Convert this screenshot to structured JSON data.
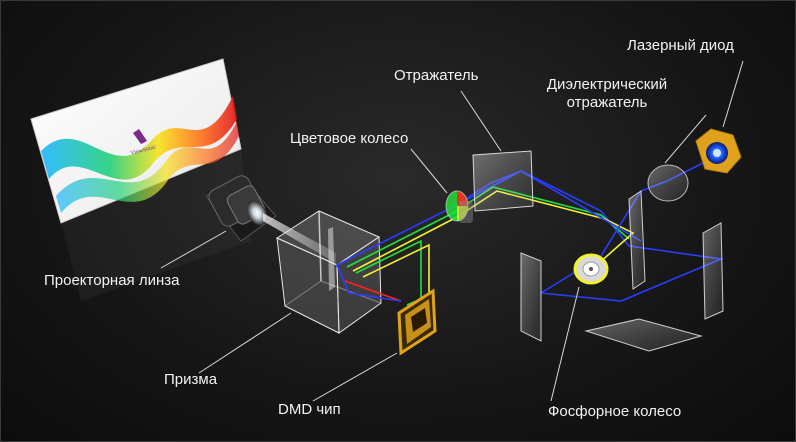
{
  "labels": {
    "laser_diode": "Лазерный диод",
    "dielectric_reflector_line1": "Диэлектрический",
    "dielectric_reflector_line2": "отражатель",
    "reflector": "Отражатель",
    "color_wheel": "Цветовое колесо",
    "projector_lens": "Проекторная линза",
    "prism": "Призма",
    "dmd_chip": "DMD чип",
    "phosphor_wheel": "Фосфорное колесо"
  },
  "screen_logo": "ViewSonic",
  "colors": {
    "background": "#1a1a1a",
    "label_text": "#f2f2f2",
    "leader_line": "#d8d8d8",
    "beam_blue": "#2b3cff",
    "beam_green": "#22e03a",
    "beam_yellow": "#f2f230",
    "beam_red": "#ff2020",
    "chip_gold": "#e0a21c",
    "laser_blue": "#1e5cff"
  }
}
